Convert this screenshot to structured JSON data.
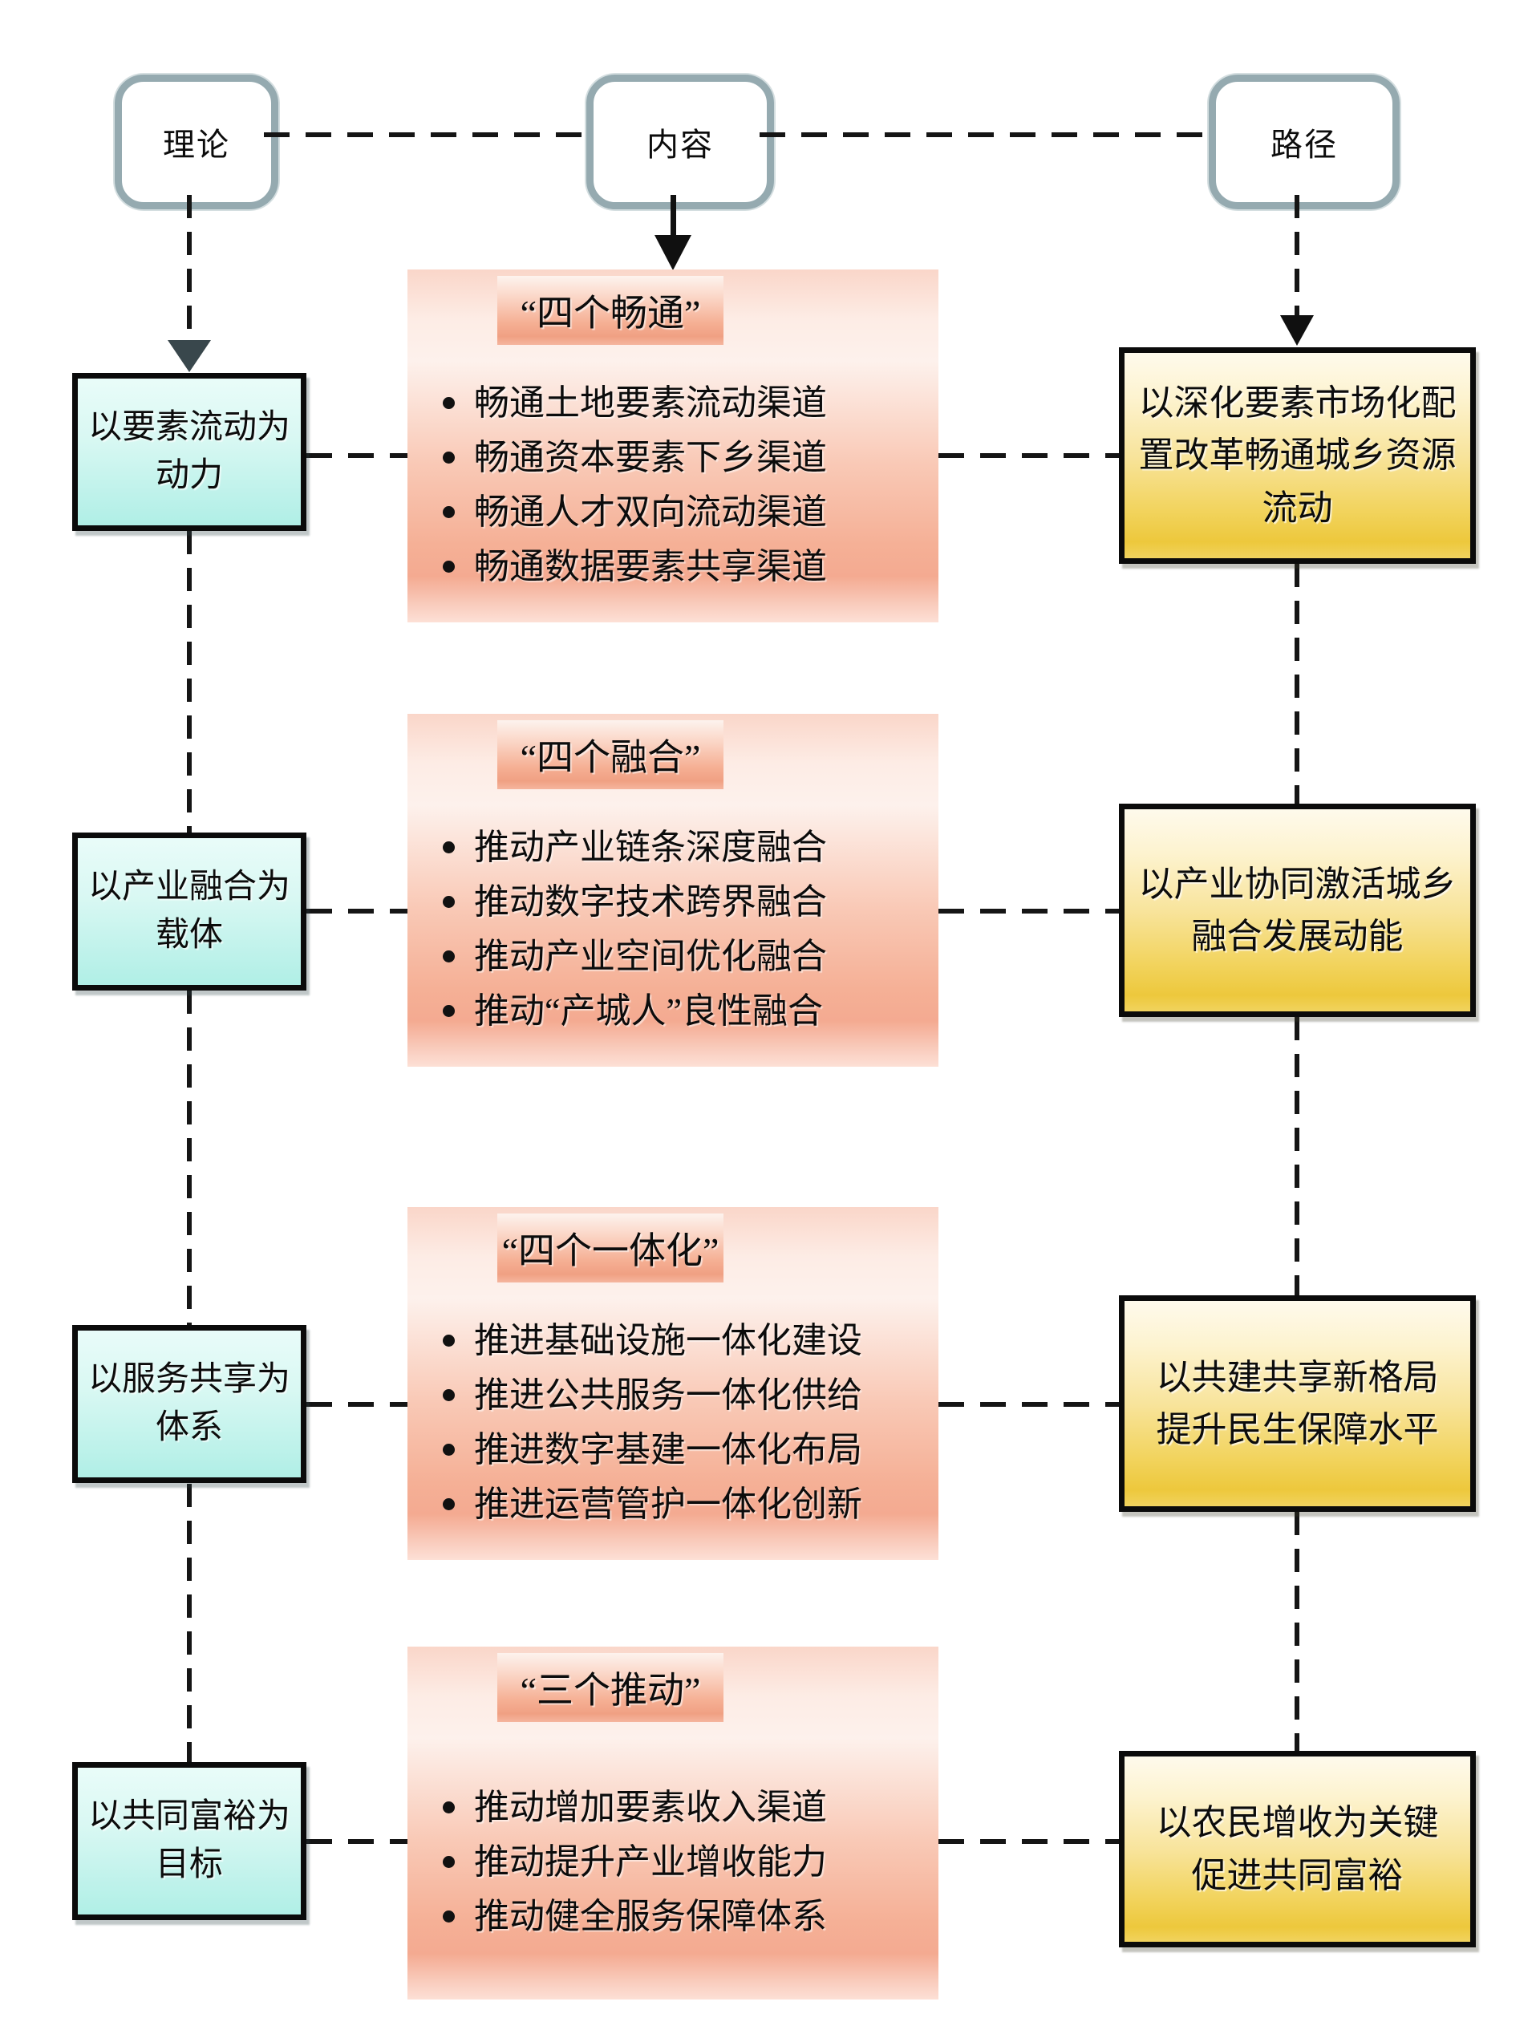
{
  "palette": {
    "node_border": "#95aab0",
    "cyan_top": "#e9fcf9",
    "cyan_bottom": "#b0efe6",
    "yellow_top": "#fefaec",
    "yellow_bottom": "#edc83c",
    "pink_light": "#fdf1ec",
    "pink_deep": "#f4aa91",
    "band_deep": "#f0a083",
    "line_color": "#151515"
  },
  "top_nodes": [
    {
      "label": "理论"
    },
    {
      "label": "内容"
    },
    {
      "label": "路径"
    }
  ],
  "rows": [
    {
      "theory": "以要素流动为\n动力",
      "content": {
        "title": "“四个畅通”",
        "bullets": [
          "畅通土地要素流动渠道",
          "畅通资本要素下乡渠道",
          "畅通人才双向流动渠道",
          "畅通数据要素共享渠道"
        ]
      },
      "path": "以深化要素市场化配\n置改革畅通城乡资源\n流动"
    },
    {
      "theory": "以产业融合为\n载体",
      "content": {
        "title": "“四个融合”",
        "bullets": [
          "推动产业链条深度融合",
          "推动数字技术跨界融合",
          "推动产业空间优化融合",
          "推动“产城人”良性融合"
        ]
      },
      "path": "以产业协同激活城乡\n融合发展动能"
    },
    {
      "theory": "以服务共享为\n体系",
      "content": {
        "title": "“四个一体化”",
        "bullets": [
          "推进基础设施一体化建设",
          "推进公共服务一体化供给",
          "推进数字基建一体化布局",
          "推进运营管护一体化创新"
        ]
      },
      "path": "以共建共享新格局\n提升民生保障水平"
    },
    {
      "theory": "以共同富裕为\n目标",
      "content": {
        "title": "“三个推动”",
        "bullets": [
          "推动增加要素收入渠道",
          "推动提升产业增收能力",
          "推动健全服务保障体系"
        ]
      },
      "path": "以农民增收为关键\n促进共同富裕"
    }
  ]
}
